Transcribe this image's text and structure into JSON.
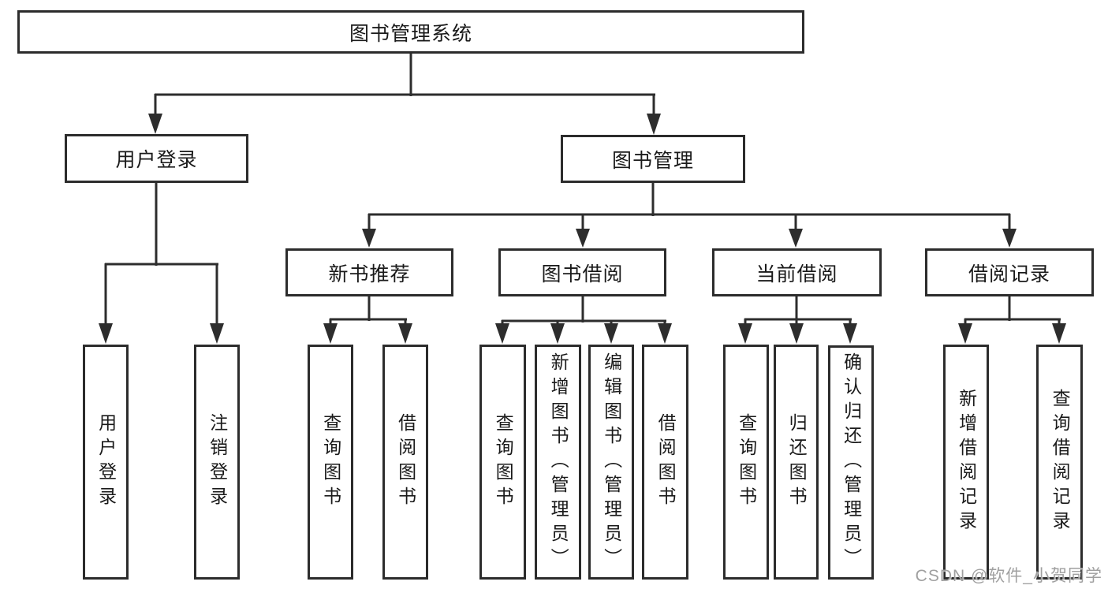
{
  "title": "图书管理系统",
  "watermark": {
    "text": "CSDN @软件_小贺同学"
  },
  "colors": {
    "line": "#2d2d2d",
    "border": "#2c2c2c",
    "text": "#1a1a1a",
    "watermark": "#a0a0a0",
    "background": "#ffffff"
  },
  "tree": {
    "label": "图书管理系统",
    "children": [
      {
        "label": "用户登录",
        "children": [
          {
            "label": "用户登录"
          },
          {
            "label": "注销登录"
          }
        ]
      },
      {
        "label": "图书管理",
        "children": [
          {
            "label": "新书推荐",
            "children": [
              {
                "label": "查询图书"
              },
              {
                "label": "借阅图书"
              }
            ]
          },
          {
            "label": "图书借阅",
            "children": [
              {
                "label": "查询图书"
              },
              {
                "label": "新增图书（管理员）"
              },
              {
                "label": "编辑图书（管理员）"
              },
              {
                "label": "借阅图书"
              }
            ]
          },
          {
            "label": "当前借阅",
            "children": [
              {
                "label": "查询图书"
              },
              {
                "label": "归还图书"
              },
              {
                "label": "确认归还（管理员）"
              }
            ]
          },
          {
            "label": "借阅记录",
            "children": [
              {
                "label": "新增借阅记录"
              },
              {
                "label": "查询借阅记录"
              }
            ]
          }
        ]
      }
    ]
  }
}
